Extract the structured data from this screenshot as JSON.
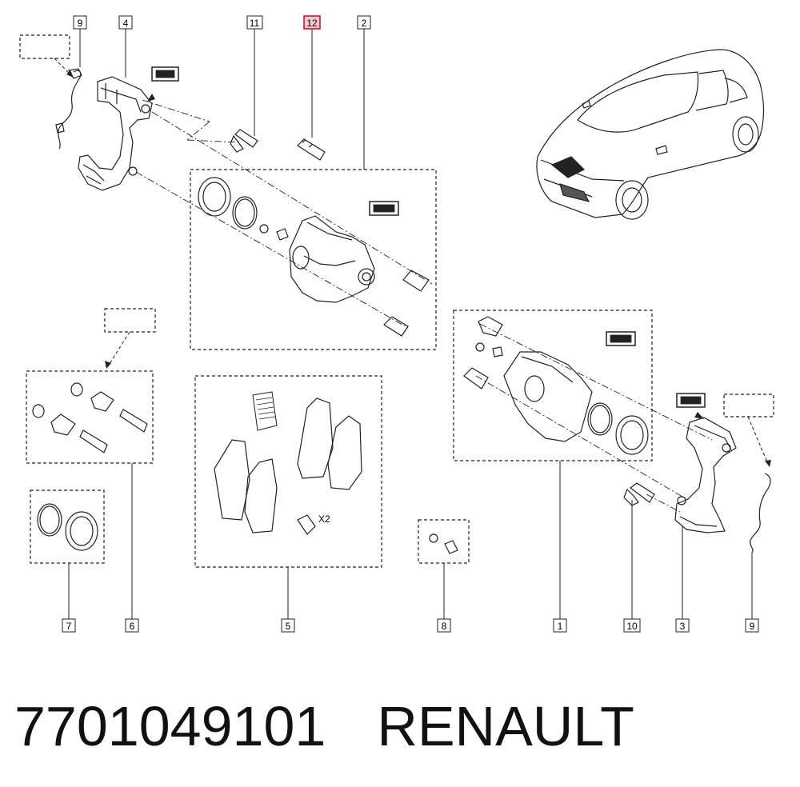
{
  "callouts": {
    "c1": "1",
    "c2": "2",
    "c3": "3",
    "c4": "4",
    "c5": "5",
    "c6": "6",
    "c7": "7",
    "c8": "8",
    "c9a": "9",
    "c9b": "9",
    "c10": "10",
    "c11": "11",
    "c12": "12"
  },
  "annotations": {
    "quantity": "X2"
  },
  "caption": {
    "part_number": "7701049101",
    "brand": "RENAULT"
  },
  "colors": {
    "highlight_callout": "#e0001b",
    "line": "#222222"
  }
}
